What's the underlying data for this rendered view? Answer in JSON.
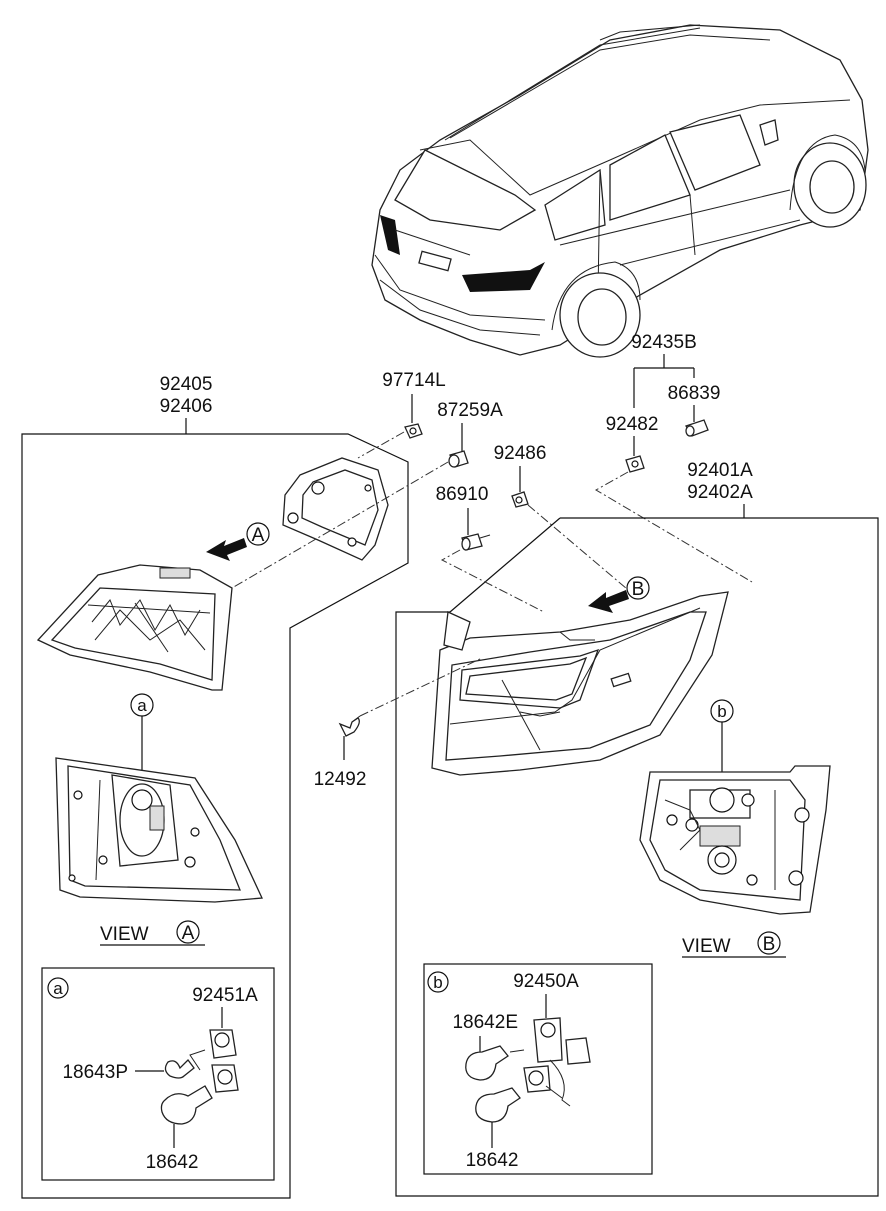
{
  "parts": {
    "p92405": "92405",
    "p92406": "92406",
    "p97714L": "97714L",
    "p87259A": "87259A",
    "p92486": "92486",
    "p86910": "86910",
    "p92435B": "92435B",
    "p86839": "86839",
    "p92482": "92482",
    "p92401A": "92401A",
    "p92402A": "92402A",
    "p12492": "12492",
    "p92451A": "92451A",
    "p18643P": "18643P",
    "p18642_a": "18642",
    "p92450A": "92450A",
    "p18642E": "18642E",
    "p18642_b": "18642"
  },
  "callouts": {
    "view_a_word": "VIEW",
    "view_a_letter": "A",
    "view_b_word": "VIEW",
    "view_b_letter": "B",
    "arrow_a": "A",
    "arrow_b": "B",
    "detail_a": "a",
    "detail_b": "b",
    "box_a": "a",
    "box_b": "b"
  },
  "colors": {
    "line": "#111111",
    "background": "#ffffff"
  },
  "icons": [
    "car-outline-icon",
    "tail-lamp-icon",
    "bulb-icon",
    "bolt-icon",
    "socket-icon",
    "direction-arrow-icon"
  ]
}
